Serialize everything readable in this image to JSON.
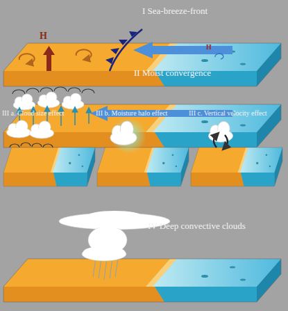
{
  "diagram": {
    "labels": [
      "I Sea-breeze-front",
      "H",
      "H",
      "II Moist convergence",
      "III a. Cloud size effect",
      "III b. Moisture halo effect",
      "III c. Vertical velocity effect",
      "IV Deep convective clouds"
    ]
  }
}
